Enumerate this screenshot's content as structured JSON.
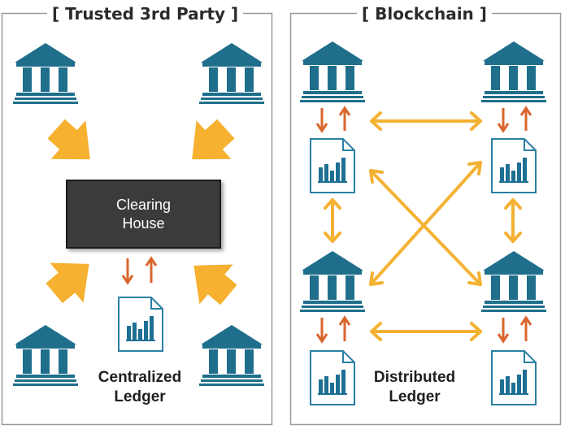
{
  "panels": {
    "left": {
      "title": "[ Trusted 3rd Party ]",
      "center_box": {
        "line1": "Clearing",
        "line2": "House"
      },
      "caption": {
        "line1": "Centralized",
        "line2": "Ledger"
      }
    },
    "right": {
      "title": "[ Blockchain ]",
      "caption": {
        "line1": "Distributed",
        "line2": "Ledger"
      }
    }
  },
  "colors": {
    "bank": "#1f6f8c",
    "big_arrow": "#f5b12f",
    "sync_arrow": "#d9662d",
    "link_arrow": "#f4b233",
    "ledger_border": "#2a7fa3",
    "ledger_bars": "#1d6f93",
    "clearing_box": "#3b3b3b",
    "panel_border": "#999999"
  },
  "icons": {
    "bank": "bank-building-icon",
    "ledger": "ledger-document-chart-icon"
  }
}
